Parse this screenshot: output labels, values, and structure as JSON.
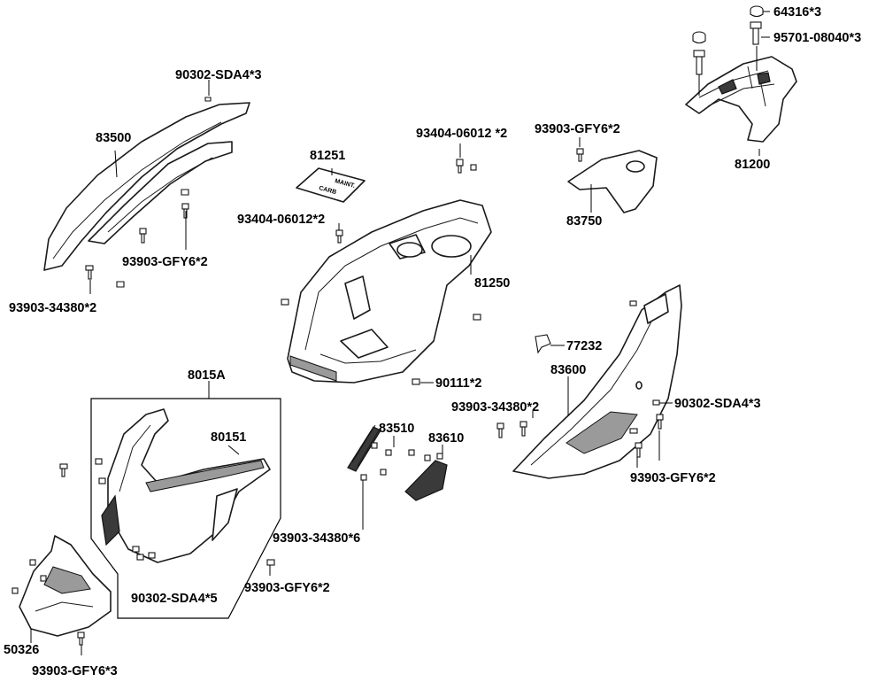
{
  "labels": {
    "l_64316": "64316*3",
    "l_95701": "95701-08040*3",
    "l_90302_a": "90302-SDA4*3",
    "l_83500": "83500",
    "l_93404_a": "93404-06012 *2",
    "l_93903_gfy6_a": "93903-GFY6*2",
    "l_81200": "81200",
    "l_81251": "81251",
    "l_93404_b": "93404-06012*2",
    "l_83750": "83750",
    "l_93903_gfy6_b": "93903-GFY6*2",
    "l_81250": "81250",
    "l_93903_34380_a": "93903-34380*2",
    "l_77232": "77232",
    "l_83600": "83600",
    "l_8015a": "8015A",
    "l_90111": "90111*2",
    "l_93903_34380_b": "93903-34380*2",
    "l_90302_b": "90302-SDA4*3",
    "l_80151": "80151",
    "l_83510": "83510",
    "l_83610": "83610",
    "l_93903_gfy6_c": "93903-GFY6*2",
    "l_93903_34380_c": "93903-34380*6",
    "l_90302_c": "90302-SDA4*5",
    "l_93903_gfy6_d": "93903-GFY6*2",
    "l_50326": "50326",
    "l_93903_gfy6_e": "93903-GFY6*3"
  },
  "decal_text": [
    "CARB",
    "MAINT."
  ]
}
